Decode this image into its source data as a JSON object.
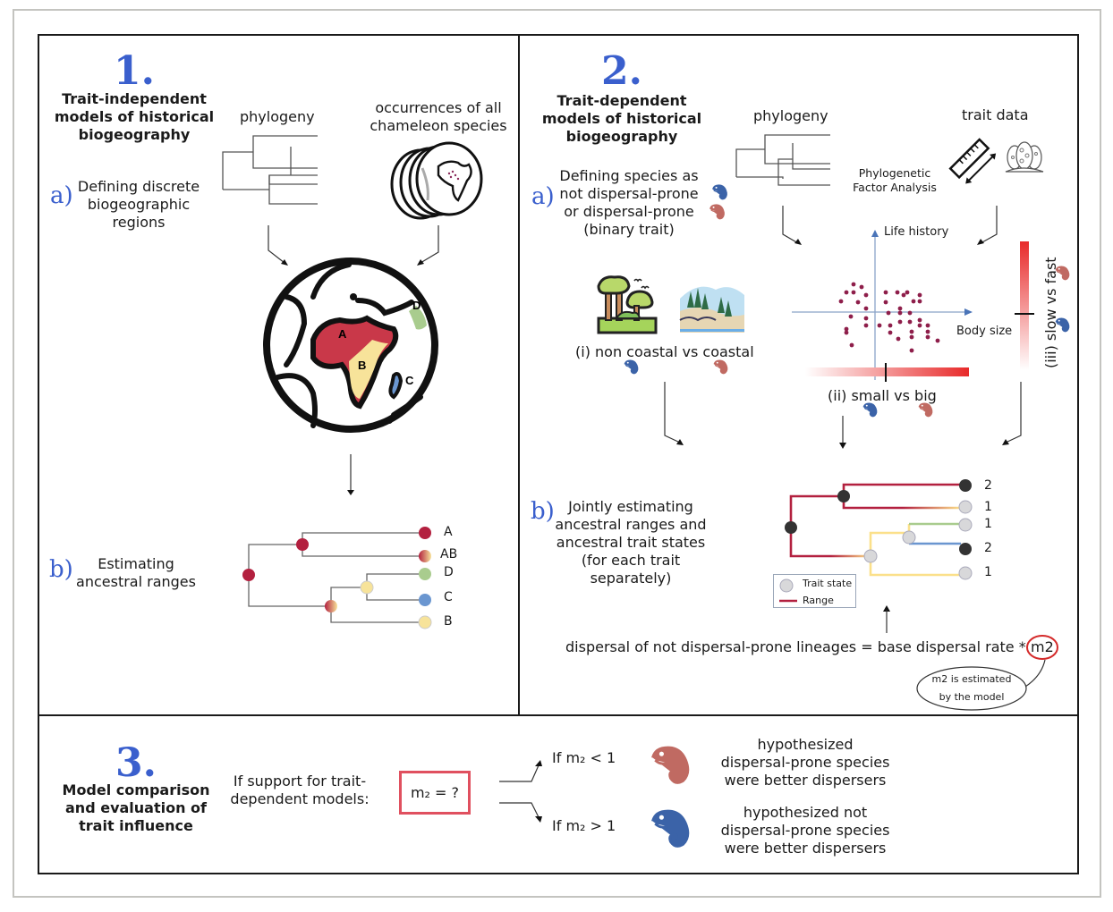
{
  "panel1": {
    "number": "1.",
    "heading": [
      "Trait-independent",
      "models of historical",
      "biogeography"
    ],
    "phylogeny_label": "phylogeny",
    "occurrences_label": [
      "occurrences of all",
      "chameleon species"
    ],
    "step_a": {
      "marker": "a)",
      "text": [
        "Defining discrete",
        "biogeographic",
        "regions"
      ]
    },
    "regions": [
      "A",
      "B",
      "C",
      "D"
    ],
    "step_b": {
      "marker": "b)",
      "text": [
        "Estimating",
        "ancestral ranges"
      ]
    },
    "tips": [
      "A",
      "AB",
      "D",
      "C",
      "B"
    ]
  },
  "panel2": {
    "number": "2.",
    "heading": [
      "Trait-dependent",
      "models of historical",
      "biogeography"
    ],
    "phylogeny_label": "phylogeny",
    "trait_data_label": "trait data",
    "pfa_label": [
      "Phylogenetic",
      "Factor Analysis"
    ],
    "step_a": {
      "marker": "a)",
      "text": [
        "Defining species as",
        "not dispersal-prone",
        "or dispersal-prone",
        "(binary trait)"
      ]
    },
    "axis_y_label": "Life history",
    "axis_x_label": "Body size",
    "trait_i": "(i) non coastal vs coastal",
    "trait_ii": "(ii) small vs big",
    "trait_iii": "(iii) slow vs fast",
    "step_b": {
      "marker": "b)",
      "text": [
        "Jointly estimating",
        "ancestral ranges and",
        "ancestral trait states",
        "(for each trait",
        "separately)"
      ]
    },
    "tip_states": [
      "2",
      "1",
      "1",
      "2",
      "1"
    ],
    "legend": {
      "trait_state": "Trait state",
      "range": "Range"
    },
    "equation": "dispersal of not dispersal-prone lineages = base dispersal rate *",
    "equation_param": "m2",
    "callout": [
      "m2 is estimated",
      "by the model"
    ]
  },
  "panel3": {
    "number": "3.",
    "heading": [
      "Model comparison",
      "and evaluation of",
      "trait influence"
    ],
    "support_text": [
      "If support for trait-",
      "dependent models:"
    ],
    "m2_box": "m₂ = ?",
    "case_lt": {
      "condition": "If m₂ < 1",
      "outcome": [
        "hypothesized",
        "dispersal-prone species",
        "were better dispersers"
      ]
    },
    "case_gt": {
      "condition": "If m₂ > 1",
      "outcome": [
        "hypothesized not",
        "dispersal-prone species",
        "were better dispersers"
      ]
    }
  },
  "colors": {
    "accent_blue": "#3a5fcd",
    "range_red": "#b3203f",
    "region_yellow": "#f7e39a",
    "region_green": "#a9cc8e",
    "region_blue": "#6a96d0",
    "chameleon_red": "#c06a62",
    "chameleon_blue": "#3b63a8",
    "box_red": "#e0505f"
  }
}
